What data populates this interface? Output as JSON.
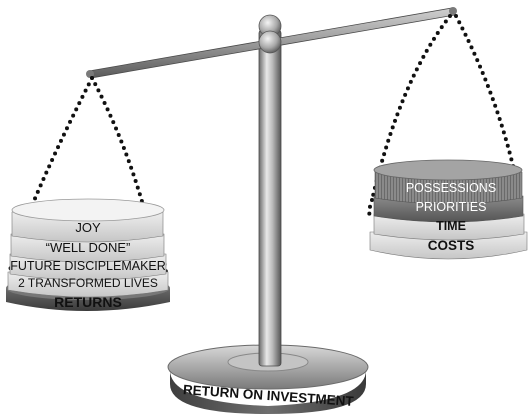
{
  "scale": {
    "left_pan": {
      "label": "RETURNS",
      "layers": [
        "JOY",
        "“WELL DONE”",
        "FUTURE DISCIPLEMAKER",
        "2 TRANSFORMED LIVES"
      ]
    },
    "right_pan": {
      "label": "COSTS",
      "layers": [
        "POSSESSIONS",
        "PRIORITIES",
        "TIME"
      ]
    },
    "base_label": "RETURN ON INVESTMENT"
  }
}
